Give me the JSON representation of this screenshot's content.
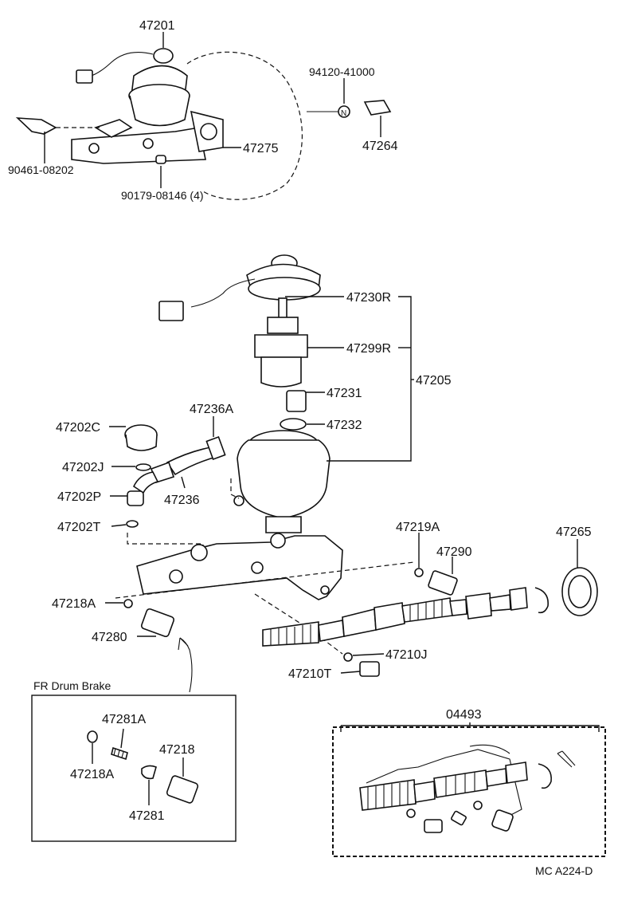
{
  "parts": {
    "p47201": "47201",
    "p94120": "94120-41000",
    "p90461": "90461-08202",
    "p47275": "47275",
    "p47264": "47264",
    "p90179": "90179-08146 (4)",
    "p47230R": "47230R",
    "p47299R": "47299R",
    "p47205": "47205",
    "p47231": "47231",
    "p47236A": "47236A",
    "p47202C": "47202C",
    "p47232": "47232",
    "p47202J": "47202J",
    "p47202P": "47202P",
    "p47236": "47236",
    "p47202T": "47202T",
    "p47219A": "47219A",
    "p47265": "47265",
    "p47290": "47290",
    "p47218A": "47218A",
    "p47280": "47280",
    "p47210J": "47210J",
    "p47210T": "47210T",
    "p04493": "04493",
    "p47281A": "47281A",
    "p47218": "47218",
    "p47218A_box": "47218A",
    "p47281": "47281"
  },
  "inset_title": "FR Drum Brake",
  "footer_code": "MC  A224-D"
}
